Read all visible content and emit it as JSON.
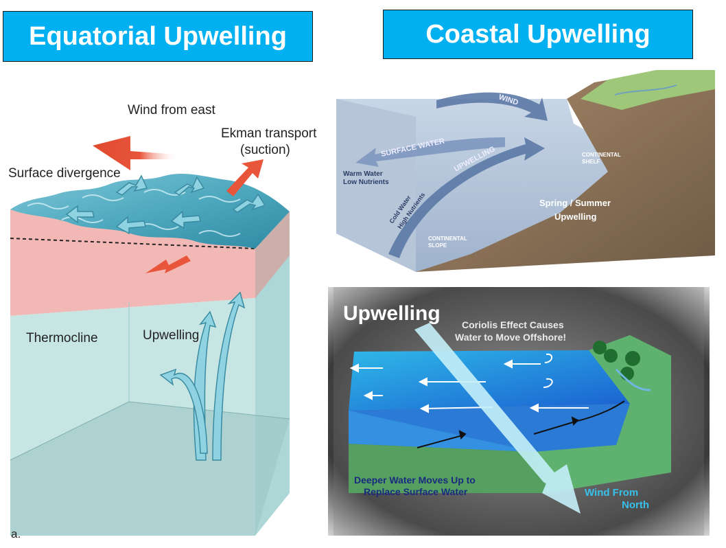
{
  "titles": {
    "equatorial": "Equatorial Upwelling",
    "coastal": "Coastal Upwelling"
  },
  "equatorial_diagram": {
    "wind_label": "Wind from east",
    "ekman_line1": "Ekman transport",
    "ekman_line2": "(suction)",
    "divergence_label": "Surface divergence",
    "thermocline_label": "Thermocline",
    "upwelling_label": "Upwelling",
    "figure_letter": "a."
  },
  "coastal_diagram": {
    "wind_label": "WIND",
    "surface_water_label": "SURFACE WATER",
    "upwelling_label": "UPWELLING",
    "warm_line1": "Warm Water",
    "warm_line2": "Low Nutrients",
    "cold_line1": "Cold Water",
    "cold_line2": "High Nutrients",
    "shelf_line1": "CONTINENTAL",
    "shelf_line2": "SHELF",
    "slope_line1": "CONTINENTAL",
    "slope_line2": "SLOPE",
    "season_line1": "Spring / Summer",
    "season_line2": "Upwelling"
  },
  "coriolis_diagram": {
    "title": "Upwelling",
    "coriolis_line1": "Coriolis Effect Causes",
    "coriolis_line2": "Water to Move Offshore!",
    "deeper_line1": "Deeper Water Moves Up to",
    "deeper_line2": "Replace Surface Water",
    "wind_line1": "Wind From",
    "wind_line2": "North"
  },
  "colors": {
    "title_bg": "#00b0f0",
    "warm_layer": "#f2b8b5",
    "cold_layer": "#bfe2e0",
    "arrow_red": "#e8553a",
    "arrow_teal": "#5fb8cf"
  }
}
